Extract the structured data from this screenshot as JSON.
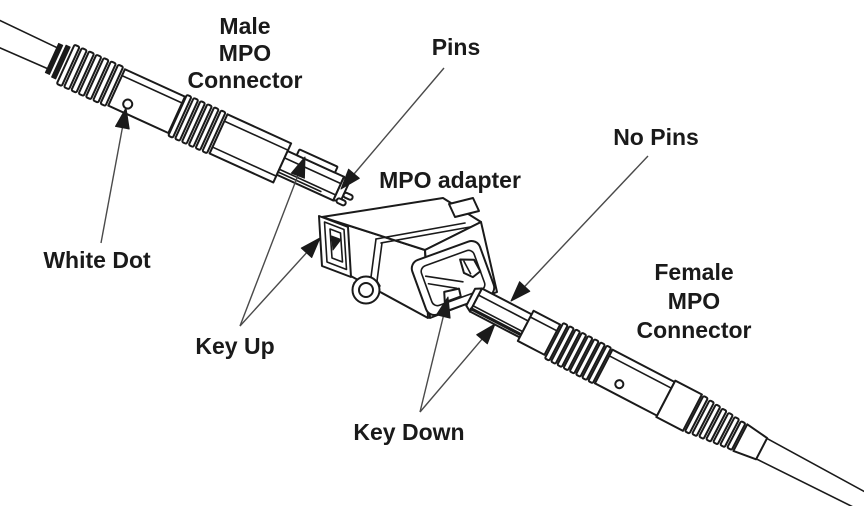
{
  "diagram": {
    "male_title": {
      "line1": "Male",
      "line2": "MPO",
      "line3": "Connector"
    },
    "female_title": {
      "line1": "Female",
      "line2": "MPO",
      "line3": "Connector"
    },
    "labels": {
      "pins": "Pins",
      "adapter": "MPO adapter",
      "no_pins": "No Pins",
      "white_dot": "White Dot",
      "key_up": "Key Up",
      "key_down": "Key Down"
    },
    "colors": {
      "background": "#ffffff",
      "line_art": "#1a1a1a",
      "leader_line": "#4a4a4a"
    }
  }
}
